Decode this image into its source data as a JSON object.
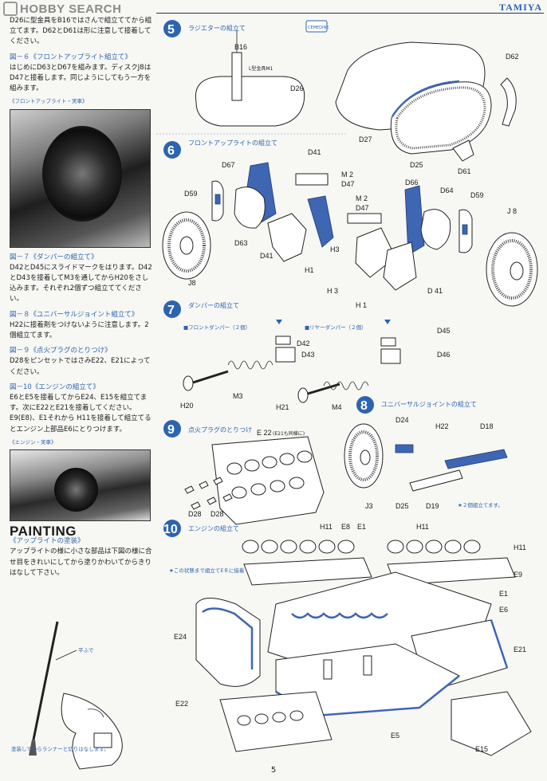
{
  "watermark": "HOBBY SEARCH",
  "brand": "TAMIYA",
  "page_number": "5",
  "left_column": {
    "intro_text": "D26に型金具をB16ではさんで組立ててから組立てます。D62とD61は形に注意して接着してください。",
    "fig6_title": "図－６《フロントアップライト組立て》",
    "fig6_text": "はじめにD63とD67を組みます。ディスクJ8はD47と接着します。同じようにしてもう一方を組みます。",
    "photo1_caption": "《フロントアップライト・実車》",
    "fig7_title": "図－７《ダンパーの組立て》",
    "fig7_text": "D42とD45にスライドマークをはります。D42とD43を接着してM3を通してからH20をさし込みます。それぞれ2個ずつ組立ててください。",
    "fig8_title": "図－８《ユニバーサルジョイント組立て》",
    "fig8_text": "H22に接着剤をつけないように注意します。2個組立てます。",
    "fig9_title": "図－９《点火プラグのとりつけ》",
    "fig9_text": "D28をピンセットではさみE22、E21によってください。",
    "fig10_title": "図－10《エンジンの組立て》",
    "fig10_text": "E6とE5を接着してからE24、E15を組立てます。次にE22とE21を接着してください。E9(E8)、E1それから H11を接着して組立てるとエンジン上部品E6にとりつけます。",
    "photo2_caption": "《エンジン・実車》",
    "painting_title": "PAINTING",
    "painting_subtitle": "《アップライトの塗装》",
    "painting_text": "アップライトの様に小さな部品は下図の様に合せ目をきれいにしてから塗りかわいてからきりはなして下さい。",
    "brush_label": "平ふで",
    "hand_caption": "塗装してからランナーと切りはなします。"
  },
  "steps": [
    {
      "number": "5",
      "title": "ラジエターの組立て"
    },
    {
      "number": "6",
      "title": "フロントアップライトの組立て"
    },
    {
      "number": "7",
      "title": "ダンパーの組立て"
    },
    {
      "number": "8",
      "title": "ユニバーサルジョイントの組立て"
    },
    {
      "number": "9",
      "title": "点火プラグのとりつけ"
    },
    {
      "number": "10",
      "title": "エンジンの組立て"
    }
  ],
  "step5_labels": {
    "b16": "B16",
    "bracket": "L型金具M1",
    "d26": "D26",
    "d62": "D62",
    "d27": "D27",
    "d25": "D25",
    "d61": "D61",
    "cement_icon": "CEMEDINE"
  },
  "step6_labels": {
    "d41a": "D41",
    "d67": "D67",
    "m2a": "M 2",
    "d47a": "D47",
    "d59a": "D59",
    "d63": "D63",
    "j8a": "J8",
    "d41b": "D41",
    "h1a": "H1",
    "h3a": "H3",
    "m2b": "M 2",
    "d47b": "D47",
    "d66": "D66",
    "d64": "D64",
    "d59b": "D59",
    "j8b": "J 8",
    "h3b": "H 3",
    "d41c": "D 41",
    "h1b": "H 1"
  },
  "step7_labels": {
    "front_damper": "■フロントダンパー（２個）",
    "rear_damper": "■リヤーダンパー（２個）",
    "d42": "D42",
    "d43": "D43",
    "d45": "D45",
    "d46": "D46",
    "h20": "H20",
    "m3": "M3",
    "h21": "H21",
    "m4": "M4"
  },
  "step8_labels": {
    "d24": "D24",
    "h22": "H22",
    "d18": "D18",
    "j3": "J3",
    "d25": "D25",
    "d19": "D19",
    "note": "★２個組立てます。"
  },
  "step9_labels": {
    "e22": "E 22",
    "e21_note": "(E21も同様に)",
    "d28a": "D28",
    "d28b": "D28"
  },
  "step10_labels": {
    "h11a": "H11",
    "e8": "E8",
    "e1a": "E1",
    "h11b": "H11",
    "h11c": "H11",
    "note": "★この状態まで組立てE８に接着",
    "e9": "E9",
    "e1b": "E1",
    "e6": "E6",
    "e24": "E24",
    "e21": "E21",
    "e22": "E22",
    "e5": "E5",
    "e15": "E15"
  }
}
